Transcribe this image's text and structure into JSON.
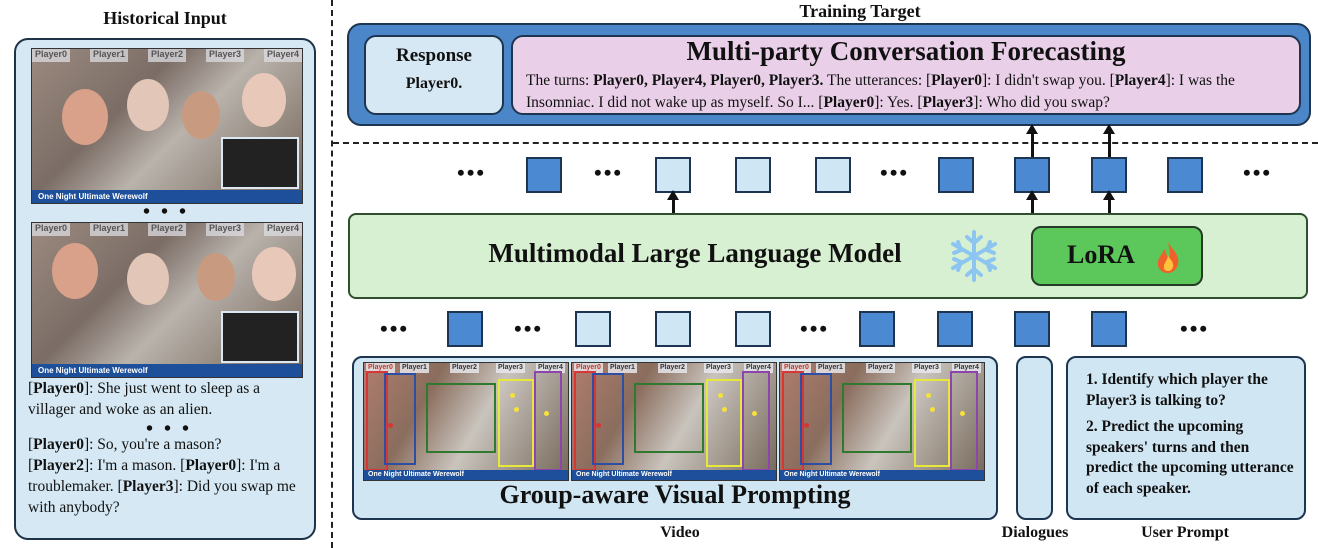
{
  "historical": {
    "title": "Historical Input",
    "player_labels": [
      "Player0",
      "Player1",
      "Player2",
      "Player3",
      "Player4"
    ],
    "video_banner": "One Night Ultimate Werewolf",
    "ellipsis": "• • •",
    "dialogue_1": [
      "[",
      "Player0",
      "]: She just went to sleep as a villager and woke as an alien."
    ],
    "dialogue_2_lines": [
      {
        "speaker": "Player0",
        "text": "]: So, you're a mason?"
      },
      {
        "speaker": "Player2",
        "text": "]: I'm a mason. "
      },
      {
        "speaker": "Player0",
        "text": "]: I'm a troublemaker. "
      },
      {
        "speaker": "Player3",
        "text": "]: Did you swap me with anybody?"
      }
    ]
  },
  "training": {
    "title": "Training Target",
    "response_title": "Response",
    "response_value": "Player0.",
    "forecast_title": "Multi-party Conversation Forecasting",
    "turns_prefix": "The turns: ",
    "turns_value": "Player0, Player4, Player0, Player3.",
    "utt_prefix": " The utterances: [",
    "utts": [
      {
        "speaker": "Player0",
        "text": "]: I didn't swap you. ["
      },
      {
        "speaker": "Player4",
        "text": "]: I was the Insomniac. I did not wake up as myself. So I... ["
      },
      {
        "speaker": "Player0",
        "text": "]: Yes. ["
      },
      {
        "speaker": "Player3",
        "text": "]: Who did you swap?"
      }
    ]
  },
  "model": {
    "label": "Multimodal Large Language Model",
    "frozen_icon": "snowflake-icon",
    "lora_label": "LoRA",
    "trainable_icon": "fire-icon"
  },
  "inputs": {
    "visual_label": "Group-aware Visual Prompting",
    "video_caption": "Video",
    "dialogues_caption": "Dialogues",
    "user_prompt_caption": "User Prompt",
    "prompt_1": "1. Identify which player the Player3 is talking to?",
    "prompt_2": "2. Predict the upcoming speakers' turns and then predict the upcoming utterance of each speaker.",
    "frame_labels": [
      "Player0",
      "Player1",
      "Player2",
      "Player3",
      "Player4"
    ],
    "frame_banner": "One Night Ultimate Werewolf"
  },
  "ellipsis_token": "•••",
  "colors": {
    "token_dark": "#4b8ad2",
    "token_light": "#cfe6f4",
    "model_bg": "#d8f0d2",
    "lora_bg": "#5cc85b",
    "forecast_bg": "#e9cfe8",
    "panel_bg": "#d0e6f3"
  }
}
